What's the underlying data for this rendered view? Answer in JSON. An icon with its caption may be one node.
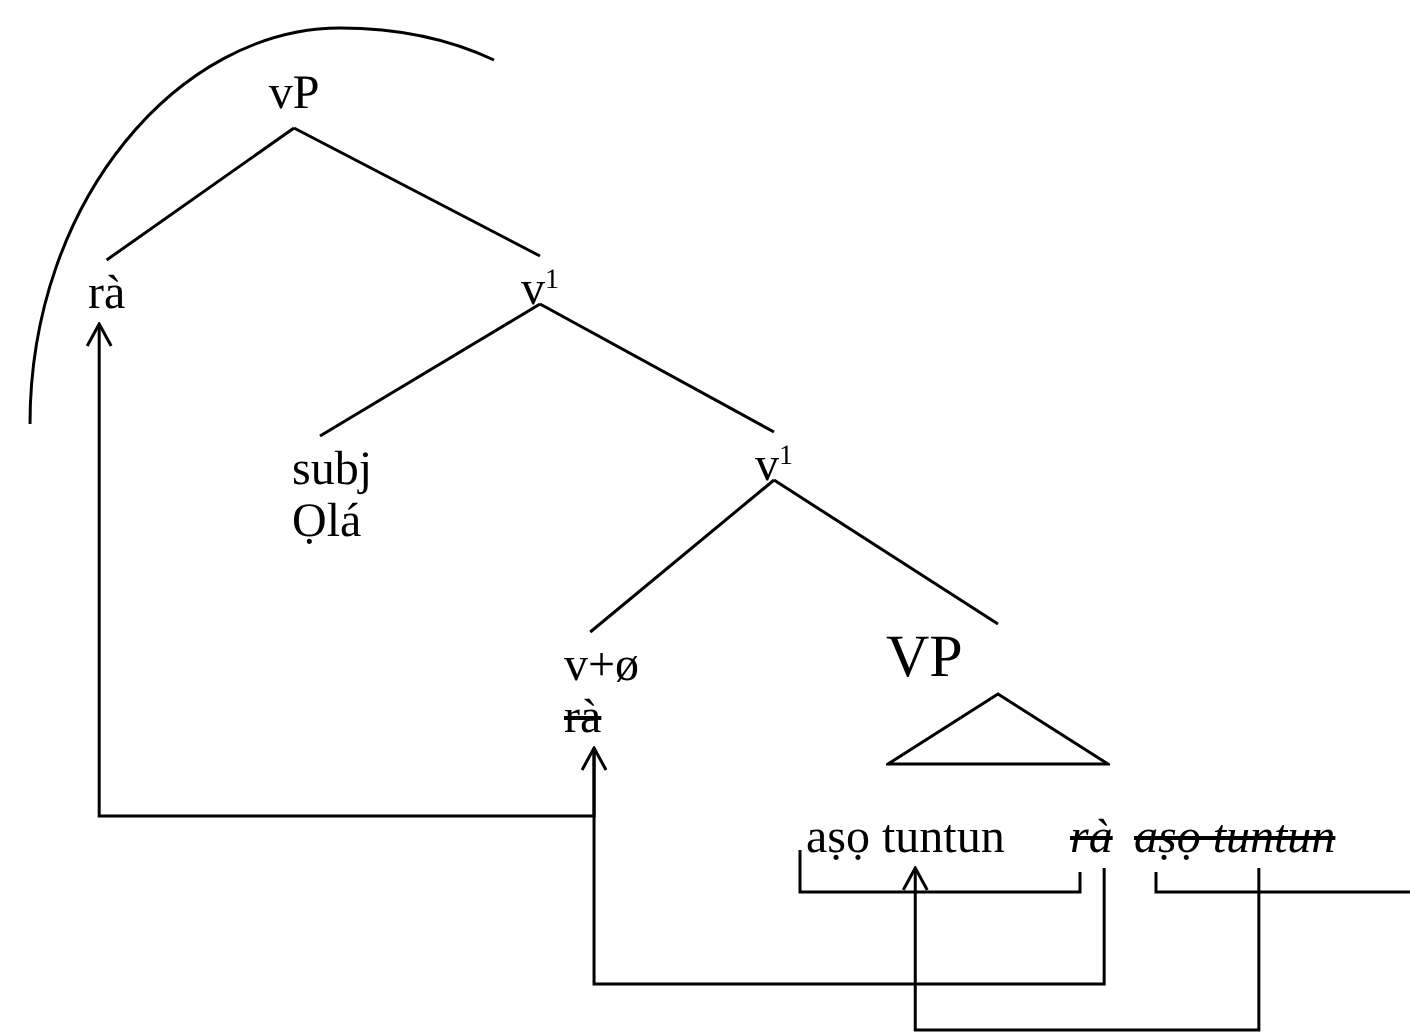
{
  "diagram": {
    "nodes": [
      {
        "text": [
          "vP"
        ]
      },
      {
        "text": [
          "rà"
        ]
      },
      {
        "text": [
          "v$^{1}$"
        ]
      },
      {
        "text": [
          "subj",
          "Ọlá"
        ]
      },
      {
        "text": [
          "v$^{1}$"
        ]
      },
      {
        "text": [
          "v+ø",
          "rà"
        ]
      },
      {
        "text": [
          "VP"
        ]
      },
      {
        "text": [
          "aṣọ tuntun"
        ]
      },
      {
        "text": [
          "rà"
        ]
      },
      {
        "text": [
          "aṣọ tuntun"
        ]
      }
    ],
    "edges": [
      {
        "from": 0,
        "to": 1,
        "arrow": "none"
      },
      {
        "from": 0,
        "to": 2,
        "arrow": "none"
      },
      {
        "from": 2,
        "to": 3,
        "arrow": "none"
      },
      {
        "from": 2,
        "to": 4,
        "arrow": "none"
      },
      {
        "from": 4,
        "to": 5,
        "arrow": "none"
      },
      {
        "from": 4,
        "to": 6,
        "arrow": "none"
      },
      {
        "from": 9,
        "to": 7,
        "arrow": "to"
      },
      {
        "from": 8,
        "to": 5,
        "arrow": "to"
      },
      {
        "from": 5,
        "to": 1,
        "arrow": "to"
      }
    ]
  }
}
